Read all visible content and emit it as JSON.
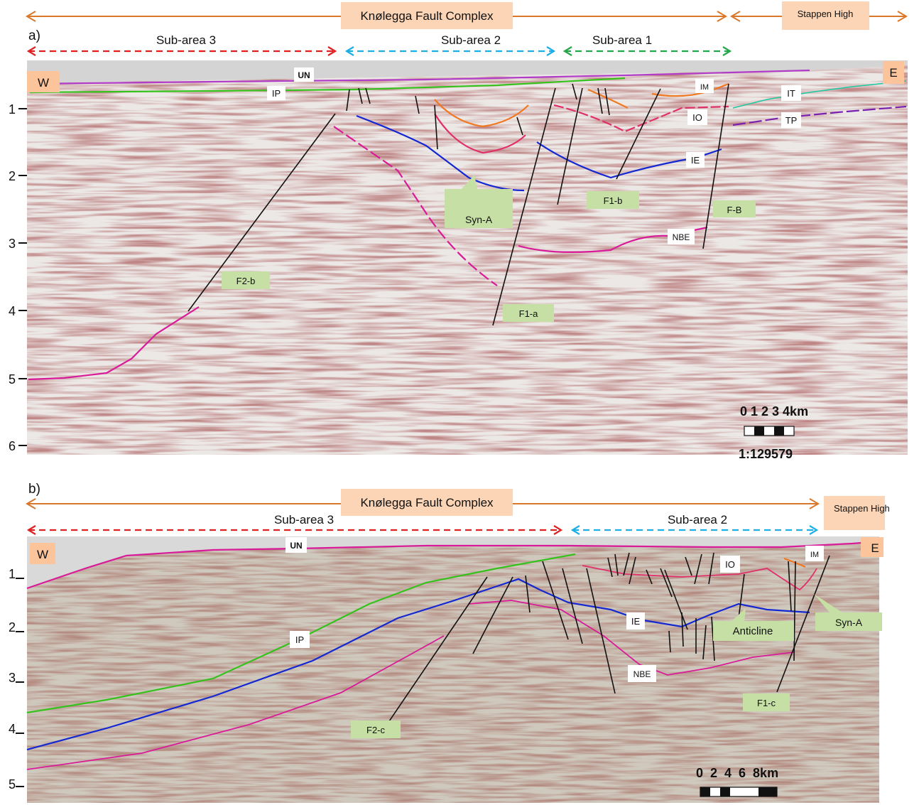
{
  "colors": {
    "accent_orange": "#d9772a",
    "box_fill": "#fbd5b5",
    "green_box": "#c6dfa4",
    "red_arrow": "#e02020",
    "blue_arrow": "#1eaee6",
    "green_arrow": "#22a84a",
    "horizon_UN": "#b03cc8",
    "horizon_IP": "#35c21d",
    "horizon_IO": "#e0306a",
    "horizon_IE": "#1428d2",
    "horizon_NBE": "#d81b98",
    "horizon_IM": "#f07820",
    "horizon_IT": "#20c8a0",
    "horizon_TP": "#7a20b0"
  },
  "panel_a": {
    "label": "a)",
    "banner_main": "Knølegga Fault Complex",
    "banner_side": "Stappen High",
    "subareas": [
      "Sub-area 3",
      "Sub-area 2",
      "Sub-area 1"
    ],
    "west": "W",
    "east": "E",
    "depth_ticks": [
      "1",
      "2",
      "3",
      "4",
      "5",
      "6"
    ],
    "horizons": [
      "UN",
      "IP",
      "IM",
      "IT",
      "IO",
      "TP",
      "IE",
      "NBE"
    ],
    "features": [
      "F1-b",
      "F-B",
      "Syn-A",
      "F2-b",
      "F1-a"
    ],
    "scale_numbers": "0 1 2 3 4km",
    "scale_ratio": "1:129579"
  },
  "panel_b": {
    "label": "b)",
    "banner_main": "Knølegga Fault Complex",
    "banner_side": "Stappen High",
    "subareas": [
      "Sub-area 3",
      "Sub-area 2"
    ],
    "west": "W",
    "east": "E",
    "depth_ticks": [
      "1",
      "2",
      "3",
      "4",
      "5"
    ],
    "horizons": [
      "UN",
      "IM",
      "IO",
      "IE",
      "IP",
      "NBE"
    ],
    "features": [
      "Anticline",
      "Syn-A",
      "F1-c",
      "F2-c"
    ],
    "scale_numbers": "0  2  4  6  8km"
  }
}
